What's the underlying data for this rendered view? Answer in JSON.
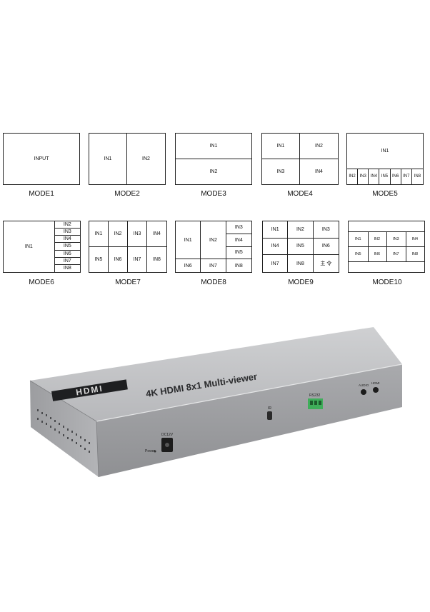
{
  "modes": [
    {
      "label": "MODE1",
      "cells": [
        "INPUT"
      ]
    },
    {
      "label": "MODE2",
      "cells": [
        "IN1",
        "IN2"
      ]
    },
    {
      "label": "MODE3",
      "cells": [
        "IN1",
        "IN2"
      ]
    },
    {
      "label": "MODE4",
      "cells": [
        "IN1",
        "IN2",
        "IN3",
        "IN4"
      ]
    },
    {
      "label": "MODE5",
      "cells": [
        "IN1",
        "IN2",
        "IN3",
        "IN4",
        "IN5",
        "IN6",
        "IN7",
        "IN8"
      ]
    },
    {
      "label": "MODE6",
      "cells": [
        "IN1",
        "IN2",
        "IN3",
        "IN4",
        "IN5",
        "IN6",
        "IN7",
        "IN8"
      ]
    },
    {
      "label": "MODE7",
      "cells": [
        "IN1",
        "IN2",
        "IN3",
        "IN4",
        "IN5",
        "IN6",
        "IN7",
        "IN8"
      ]
    },
    {
      "label": "MODE8",
      "cells": [
        "IN1",
        "IN2",
        "IN3",
        "IN4",
        "IN5",
        "IN6",
        "IN7",
        "IN8"
      ]
    },
    {
      "label": "MODE9",
      "cells": [
        "IN1",
        "IN2",
        "IN3",
        "IN4",
        "IN5",
        "IN6",
        "IN7",
        "IN8",
        "主 令"
      ]
    },
    {
      "label": "MODE10",
      "cells": [
        "IN1",
        "IN2",
        "IN3",
        "IN4",
        "IN5",
        "IN6",
        "IN7",
        "IN8"
      ]
    }
  ],
  "device": {
    "logo": "HDMI",
    "title": "4K HDMI 8x1 Multi-viewer",
    "power_label": "DC12V",
    "power_switch_label": "Power",
    "ir_label": "IR",
    "rs232_label": "RS232",
    "audio_label": "AUDIO",
    "hdmi_out_label": "HDMI"
  }
}
